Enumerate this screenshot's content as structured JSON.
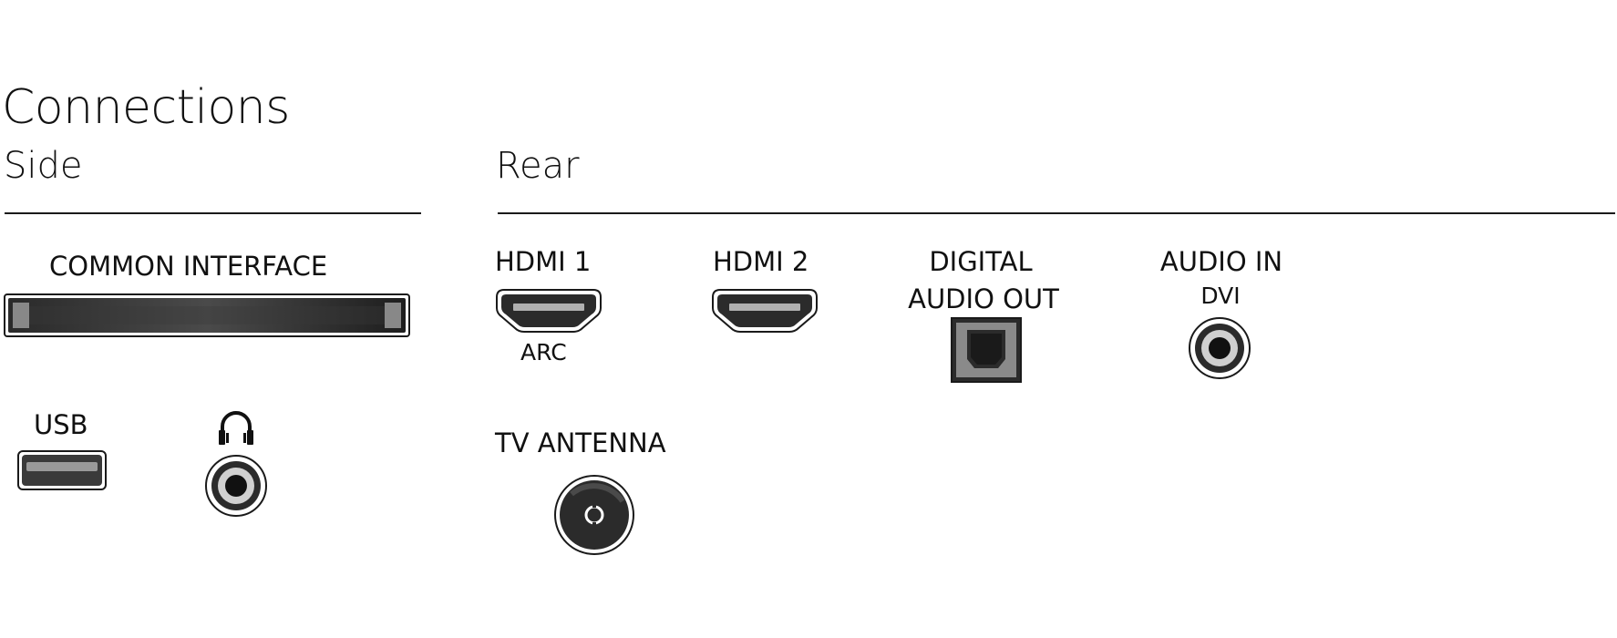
{
  "title": "Connections",
  "sections": {
    "side": {
      "heading": "Side",
      "common_interface": "COMMON INTERFACE",
      "usb": "USB",
      "headphones_icon": "headphones-icon"
    },
    "rear": {
      "heading": "Rear",
      "hdmi1": {
        "label": "HDMI 1",
        "sub": "ARC"
      },
      "hdmi2": {
        "label": "HDMI 2"
      },
      "digital_audio_out": {
        "line1": "DIGITAL",
        "line2": "AUDIO OUT"
      },
      "audio_in": {
        "label": "AUDIO IN",
        "sub": "DVI"
      },
      "tv_antenna": "TV ANTENNA"
    }
  },
  "colors": {
    "port_dark": "#2b2b2b",
    "port_mid": "#777777",
    "rule": "#1a1a1a"
  }
}
